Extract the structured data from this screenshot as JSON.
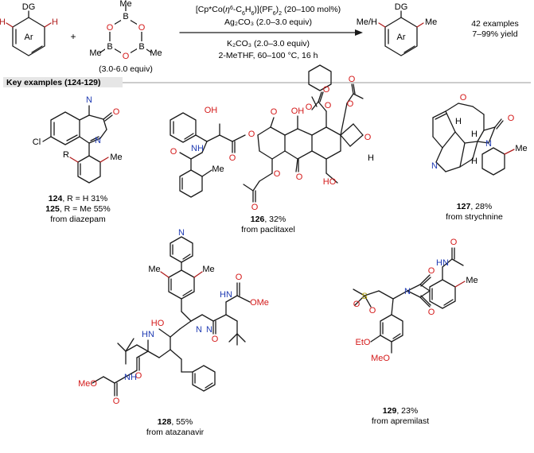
{
  "reaction": {
    "substrate_dg": "DG",
    "substrate_h": "H",
    "substrate_ar": "Ar",
    "plus": "+",
    "boroxine_me": "Me",
    "boroxine_b": "B",
    "boroxine_o": "O",
    "boroxine_equiv": "(3.0-6.0 equiv)",
    "conditions_line1_a": "[Cp*Co(",
    "conditions_line1_eta": "η",
    "conditions_line1_6": "6",
    "conditions_line1_b": "-C",
    "conditions_line1_c6": "6",
    "conditions_line1_h": "H",
    "conditions_line1_h6": "6",
    "conditions_line1_c": ")](PF",
    "conditions_line1_pf6": "6",
    "conditions_line1_d": ")",
    "conditions_line1_d2": "2",
    "conditions_line1_e": " (20–100 mol%)",
    "conditions_line2": "Ag₂CO₃ (2.0–3.0 equiv)",
    "conditions_line3": "K₂CO₃ (2.0–3.0 equiv)",
    "conditions_line4": "2-MeTHF, 60–100 °C, 16 h",
    "product_dg": "DG",
    "product_left": "Me/H",
    "product_right": "Me",
    "product_ar": "Ar",
    "examples_count": "42 examples",
    "yield_range": "7–99% yield"
  },
  "banner": {
    "label": "Key examples (124-129)"
  },
  "examples": [
    {
      "id": "124",
      "line1_num": "124",
      "line1_rest": ", R = H 31%",
      "line2_num": "125",
      "line2_rest": ", R = Me 55%",
      "source": "from diazepam"
    },
    {
      "id": "126",
      "num": "126",
      "rest": ", 32%",
      "source": "from paclitaxel"
    },
    {
      "id": "127",
      "num": "127",
      "rest": ", 28%",
      "source": "from strychnine"
    },
    {
      "id": "128",
      "num": "128",
      "rest": ", 55%",
      "source": "from atazanavir"
    },
    {
      "id": "129",
      "num": "129",
      "rest": ", 23%",
      "source": "from apremilast"
    }
  ],
  "atoms": {
    "N": "N",
    "O": "O",
    "H": "H",
    "Me": "Me",
    "OH": "OH",
    "HO": "HO",
    "NH": "NH",
    "HN": "HN",
    "Cl": "Cl",
    "R": "R",
    "S": "S",
    "OMe": "OMe",
    "MeO": "MeO",
    "EtO": "EtO",
    "N_N": "N"
  },
  "colors": {
    "heteroatom_n": "#1f3bb3",
    "heteroatom_o": "#d41a1a",
    "sulfur": "#b5a200",
    "new_bond": "#b01c1c",
    "banner": "#e6e6e6"
  }
}
